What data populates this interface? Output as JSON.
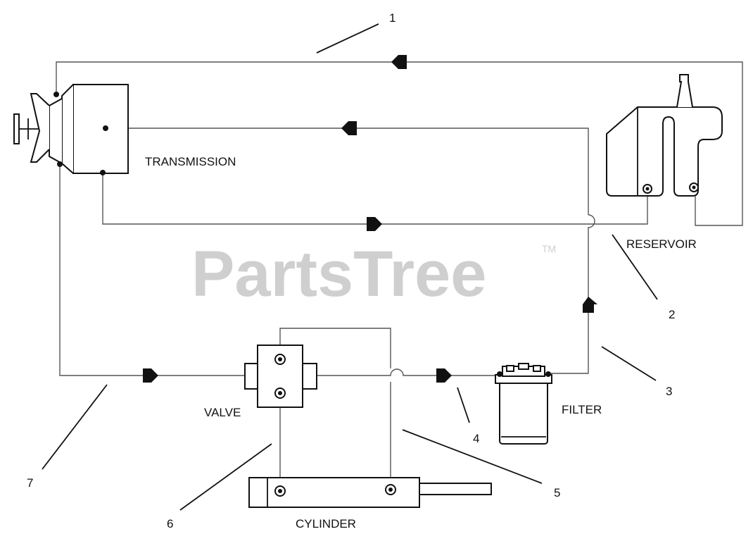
{
  "watermark": {
    "text": "PartsTree",
    "tm": "TM"
  },
  "components": {
    "transmission": "TRANSMISSION",
    "reservoir": "RESERVOIR",
    "valve": "VALVE",
    "filter": "FILTER",
    "cylinder": "CYLINDER"
  },
  "callouts": [
    "1",
    "2",
    "3",
    "4",
    "5",
    "6",
    "7"
  ],
  "colors": {
    "line": "#111111",
    "pipe": "#555555",
    "watermark": "#cfcfcf"
  }
}
